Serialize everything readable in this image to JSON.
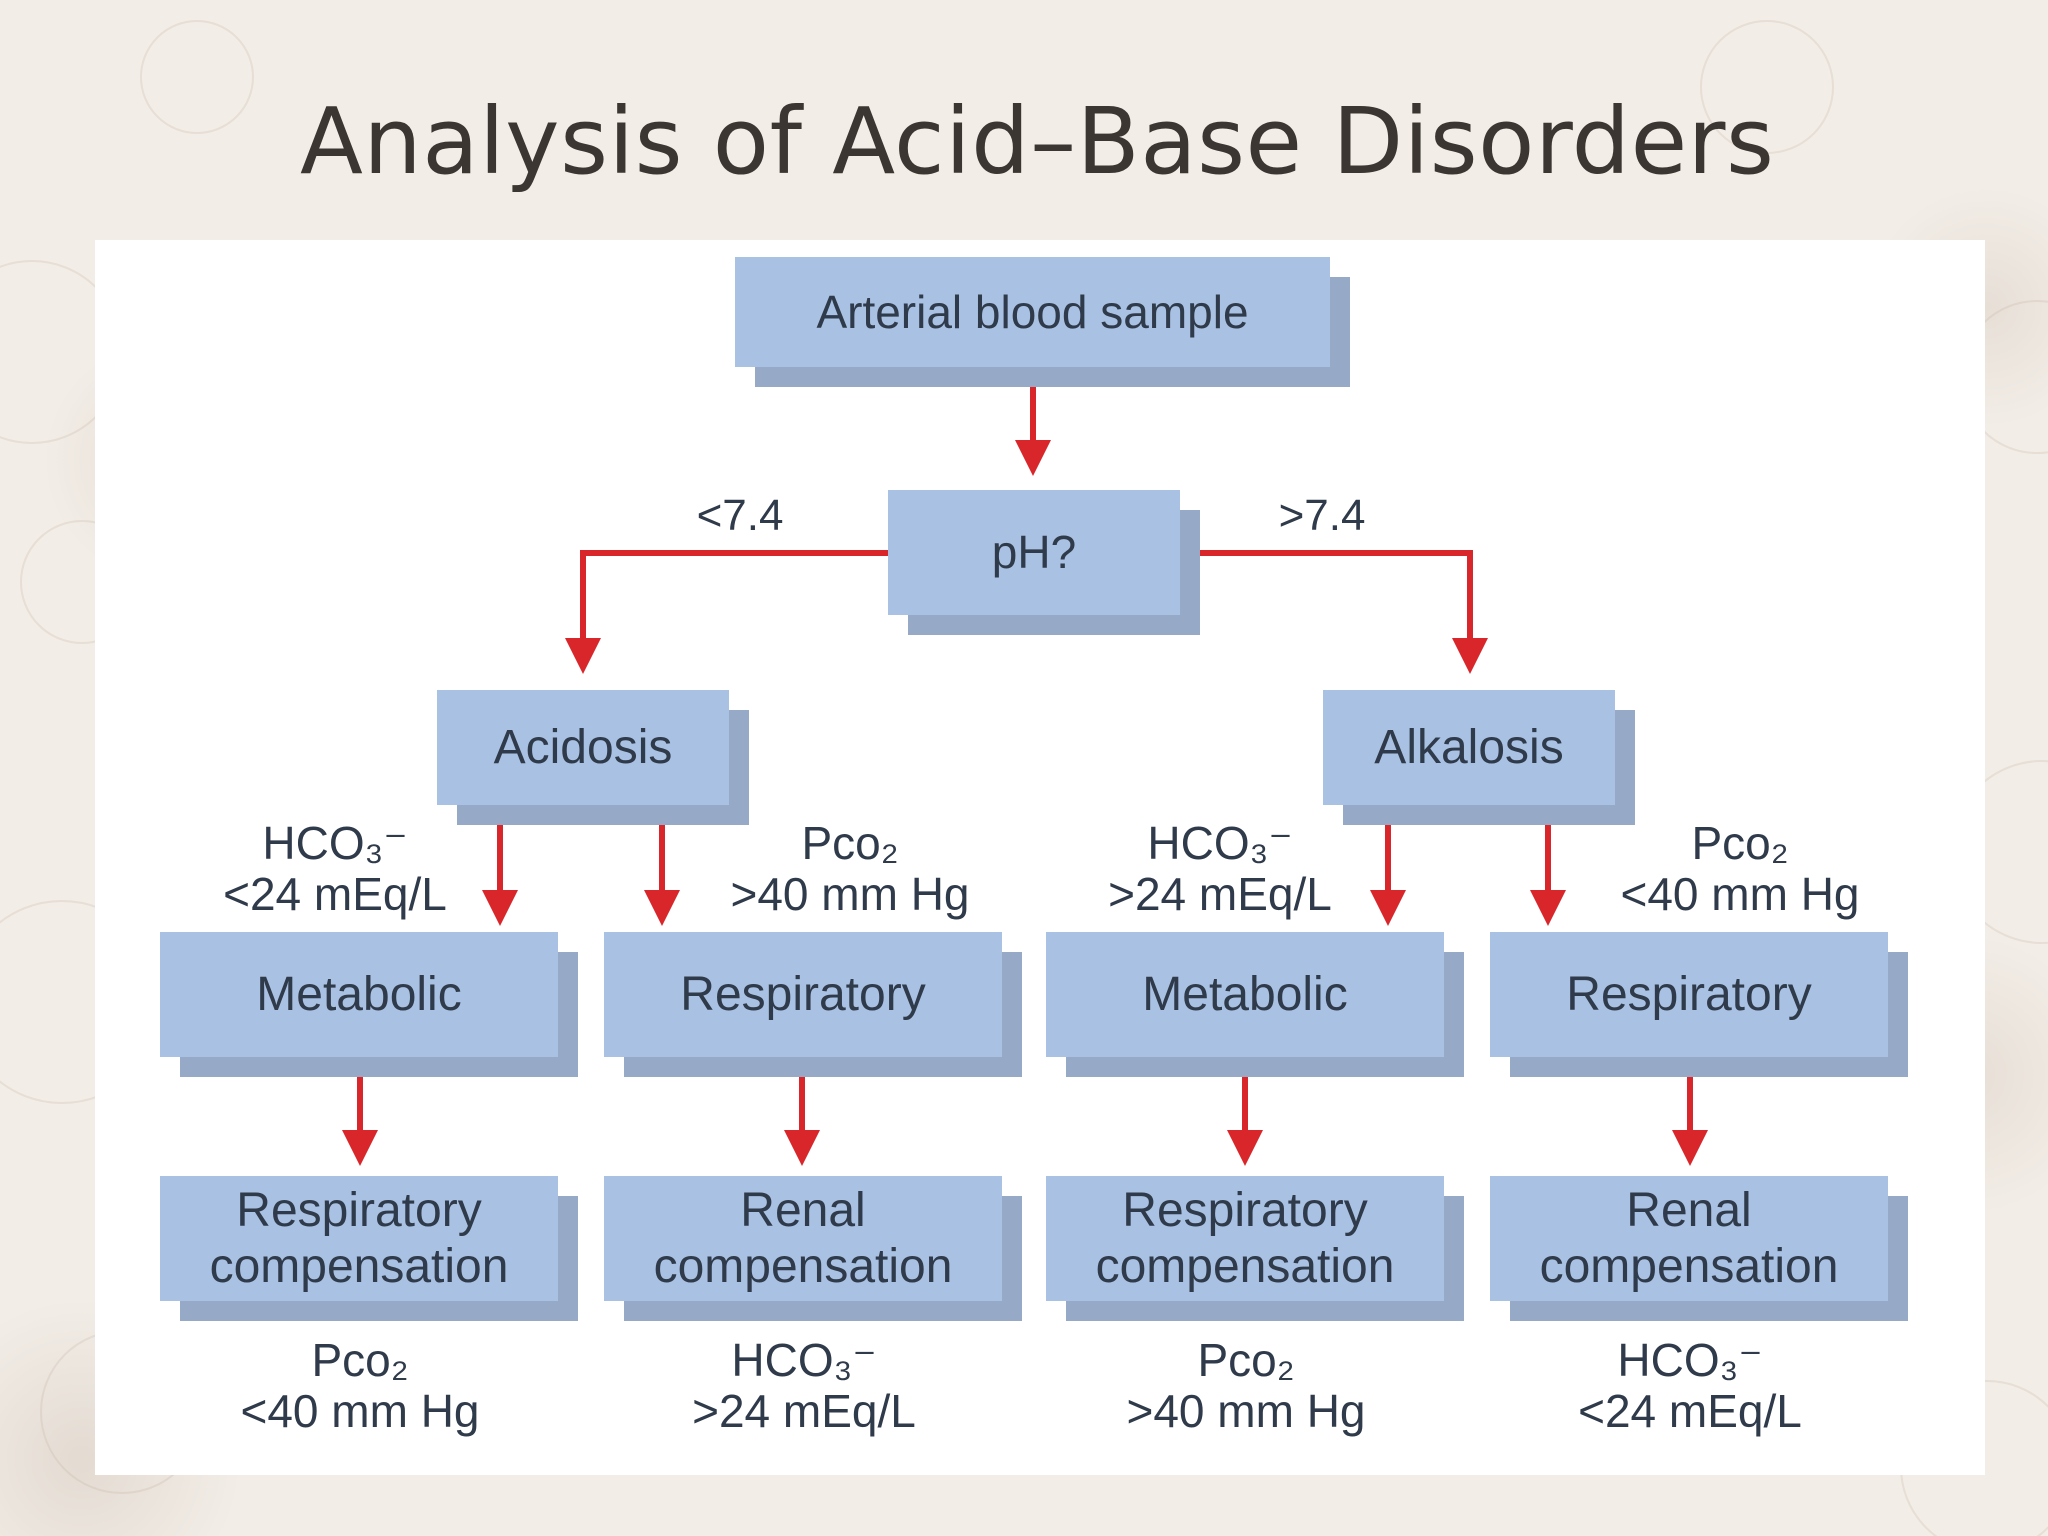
{
  "title": "Analysis of Acid–Base Disorders",
  "nodes": {
    "sample": "Arterial blood sample",
    "ph": "pH?",
    "acidosis": "Acidosis",
    "alkalosis": "Alkalosis",
    "metabolic_acid": "Metabolic",
    "respiratory_acid": "Respiratory",
    "metabolic_alk": "Metabolic",
    "respiratory_alk": "Respiratory",
    "comp1": [
      "Respiratory",
      "compensation"
    ],
    "comp2": [
      "Renal",
      "compensation"
    ],
    "comp3": [
      "Respiratory",
      "compensation"
    ],
    "comp4": [
      "Renal",
      "compensation"
    ]
  },
  "branch_labels": {
    "low": "<7.4",
    "high": ">7.4"
  },
  "criteria": {
    "acid_metabolic": [
      "HCO₃⁻",
      "<24 mEq/L"
    ],
    "acid_respiratory": [
      "Pco₂",
      ">40 mm Hg"
    ],
    "alk_metabolic": [
      "HCO₃⁻",
      ">24 mEq/L"
    ],
    "alk_respiratory": [
      "Pco₂",
      "<40 mm Hg"
    ]
  },
  "results": {
    "r1": [
      "Pco₂",
      "<40 mm Hg"
    ],
    "r2": [
      "HCO₃⁻",
      ">24 mEq/L"
    ],
    "r3": [
      "Pco₂",
      ">40 mm Hg"
    ],
    "r4": [
      "HCO₃⁻",
      "<24 mEq/L"
    ]
  },
  "colors": {
    "node_fill": "#a9c1e2",
    "node_shadow": "#96a9c6",
    "arrow": "#d9262b",
    "text": "#2f3a4a"
  }
}
